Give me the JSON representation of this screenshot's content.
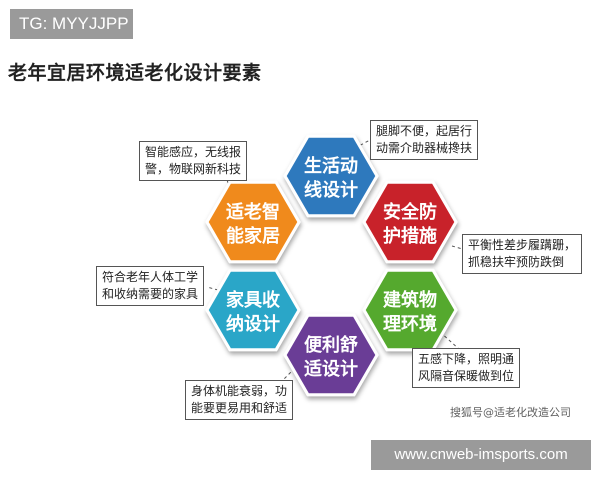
{
  "tag_label": "TG: MYYJJPP",
  "title": "老年宜居环境适老化设计要素",
  "hexagons": [
    {
      "key": "top",
      "line1": "生活动",
      "line2": "线设计",
      "color": "#2f79bd"
    },
    {
      "key": "upper_right",
      "line1": "安全防",
      "line2": "护措施",
      "color": "#c8242c"
    },
    {
      "key": "lower_right",
      "line1": "建筑物",
      "line2": "理环境",
      "color": "#55a92f"
    },
    {
      "key": "bottom",
      "line1": "便利舒",
      "line2": "适设计",
      "color": "#6a3e96"
    },
    {
      "key": "lower_left",
      "line1": "家具收",
      "line2": "纳设计",
      "color": "#2aa6c8"
    },
    {
      "key": "upper_left",
      "line1": "适老智",
      "line2": "能家居",
      "color": "#f08a1d"
    }
  ],
  "notes": {
    "top_right": [
      "腿脚不便，起居行",
      "动需介助器械搀扶"
    ],
    "right_upper": [
      "平衡性差步履蹒跚，",
      "抓稳扶牢预防跌倒"
    ],
    "right_lower": [
      "五感下降，照明通",
      "风隔音保暖做到位"
    ],
    "bottom_left": [
      "身体机能衰弱，功",
      "能要更易用和舒适"
    ],
    "left_lower": [
      "符合老年人体工学",
      "和收纳需要的家具"
    ],
    "top_left": [
      "智能感应，无线报",
      "警，物联网新科技"
    ]
  },
  "watermark": "搜狐号@适老化改造公司",
  "footer_label": "www.cnweb-imsports.com"
}
